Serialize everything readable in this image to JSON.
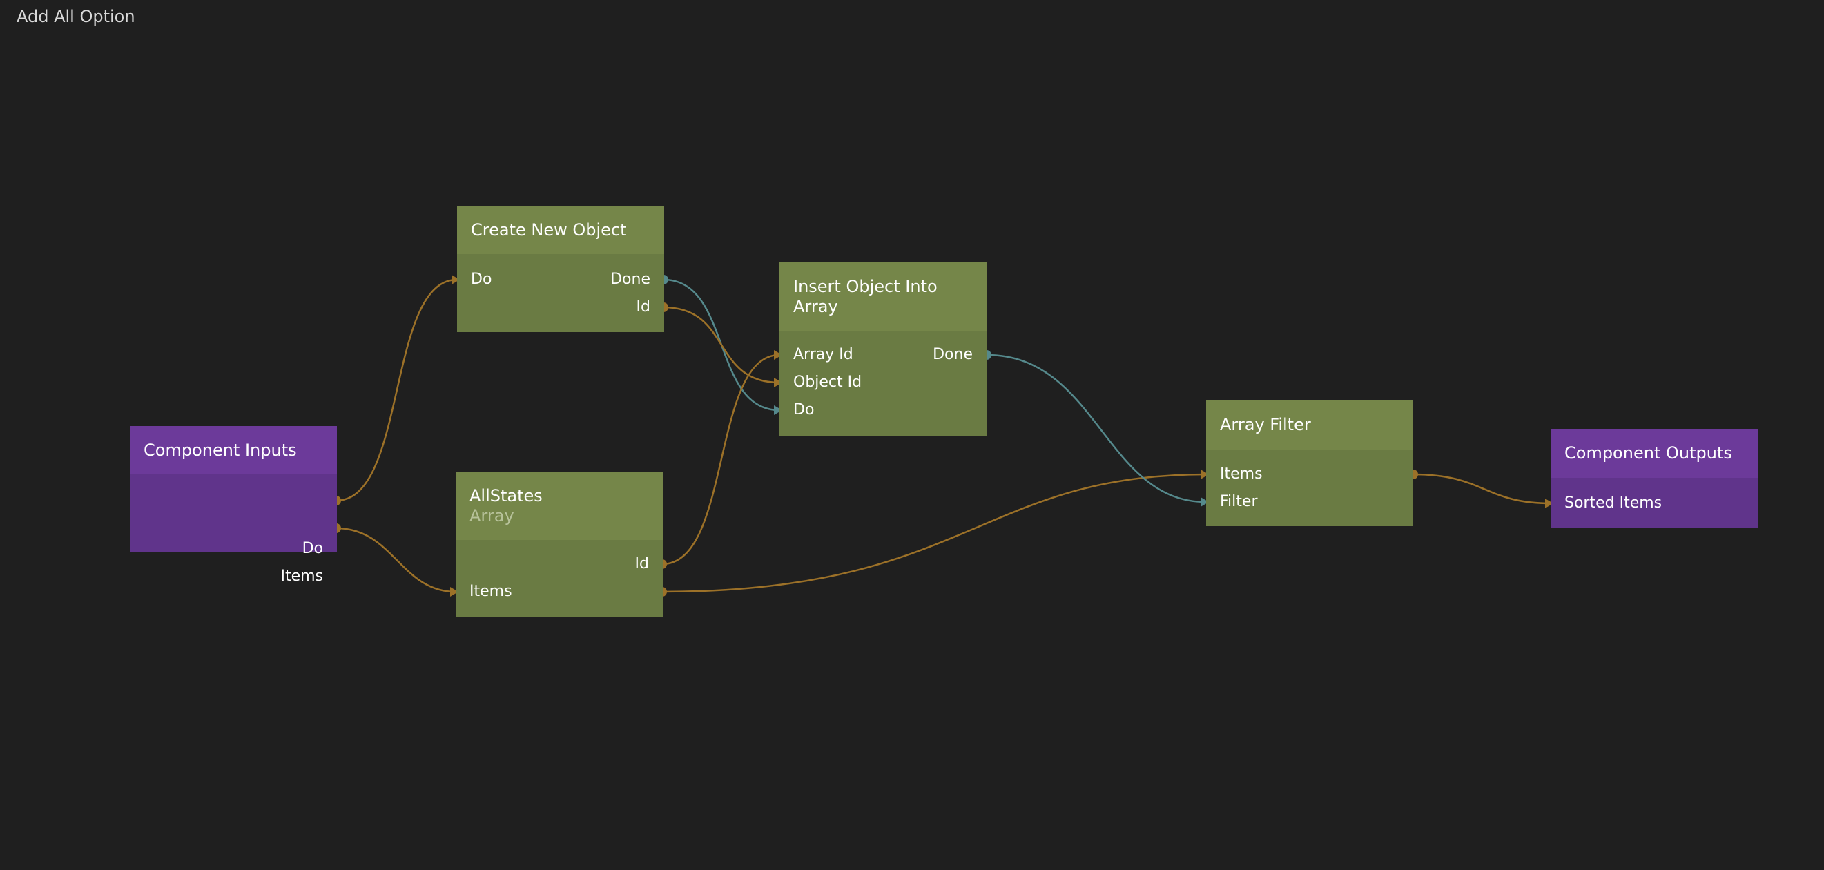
{
  "page": {
    "title": "Add All Option"
  },
  "colors": {
    "background": "#1f1f1f",
    "logic_node_header": "#758649",
    "logic_node_body": "#6a7b43",
    "component_node_header": "#6c3a9a",
    "component_node_body": "#60348b",
    "data_wire": "#9c7128",
    "signal_wire": "#55898c"
  },
  "nodes": {
    "component_inputs": {
      "title": "Component Inputs",
      "outputs": {
        "do": "Do",
        "items": "Items"
      }
    },
    "create_new_object": {
      "title": "Create New Object",
      "inputs": {
        "do": "Do"
      },
      "outputs": {
        "done": "Done",
        "id": "Id"
      }
    },
    "allstates": {
      "title": "AllStates",
      "subtitle": "Array",
      "inputs": {
        "items": "Items"
      },
      "outputs": {
        "id": "Id"
      }
    },
    "insert_object_into_array": {
      "title_line1": "Insert Object Into",
      "title_line2": "Array",
      "inputs": {
        "array_id": "Array Id",
        "object_id": "Object Id",
        "do": "Do"
      },
      "outputs": {
        "done": "Done"
      }
    },
    "array_filter": {
      "title": "Array Filter",
      "inputs": {
        "items": "Items",
        "filter": "Filter"
      }
    },
    "component_outputs": {
      "title": "Component Outputs",
      "inputs": {
        "sorted_items": "Sorted Items"
      }
    }
  }
}
